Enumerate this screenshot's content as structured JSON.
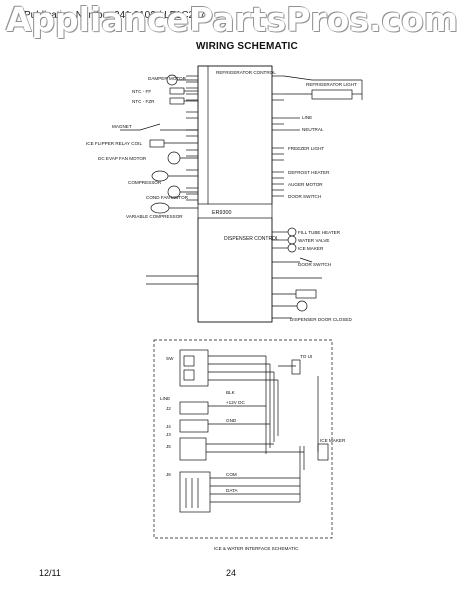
{
  "header": {
    "watermark": "AppliancePartsPros.com",
    "publication": "Publication Number 241 2102 / LF1C2870",
    "title": "WIRING SCHEMATIC"
  },
  "upper_schematic": {
    "refrigerator_control_label": "REFRIGERATOR CONTROL",
    "dispenser_control_label": "DISPENSER CONTROL",
    "board_id": "ER9300",
    "left_components": [
      "DAMPER MOTOR",
      "NTC - FF",
      "NTC - FZR",
      "MAGNET",
      "ICE FLIPPER RELAY COIL",
      "DC EVAP FAN MOTOR",
      "COMPRESSOR",
      "COND FAN MOTOR",
      "VARIABLE COMPRESSOR"
    ],
    "right_components": [
      "REFRIGERATOR LIGHT",
      "LINE",
      "NEUTRAL",
      "FREEZER LIGHT",
      "DEFROST HEATER",
      "AUGER MOTOR",
      "DOOR SWITCH"
    ],
    "dispenser_components": [
      "FILL TUBE HEATER",
      "WATER VALVE",
      "ICE MAKER",
      "DOOR SWITCH",
      "DISPENSER DOOR CLOSED"
    ]
  },
  "lower_schematic": {
    "left_labels": [
      "SW",
      "J2",
      "LINE",
      "J4",
      "J3",
      "J5",
      "J6"
    ],
    "wire_labels": [
      "BLK",
      "+12V DC",
      "GND",
      "COM",
      "DATA"
    ],
    "right_labels": [
      "TO UI",
      "ICE MAKER"
    ],
    "caption": "ICE & WATER INTERFACE SCHEMATIC"
  },
  "footer": {
    "date": "12/11",
    "page": "24"
  }
}
